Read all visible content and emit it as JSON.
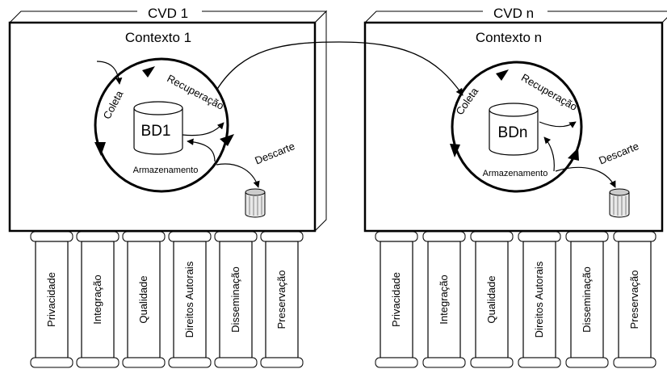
{
  "panels": [
    {
      "cvd_label": "CVD 1",
      "context_label": "Contexto 1",
      "db_label": "BD1",
      "cycle": {
        "collect": "Coleta",
        "retrieve": "Recuperação",
        "store": "Armazenamento",
        "discard": "Descarte"
      },
      "pillars": [
        "Privacidade",
        "Integração",
        "Qualidade",
        "Direitos Autorais",
        "Disseminação",
        "Preservação"
      ]
    },
    {
      "cvd_label": "CVD n",
      "context_label": "Contexto n",
      "db_label": "BDn",
      "cycle": {
        "collect": "Coleta",
        "retrieve": "Recuperação",
        "store": "Armazenamento",
        "discard": "Descarte"
      },
      "pillars": [
        "Privacidade",
        "Integração",
        "Qualidade",
        "Direitos Autorais",
        "Disseminação",
        "Preservação"
      ]
    }
  ]
}
